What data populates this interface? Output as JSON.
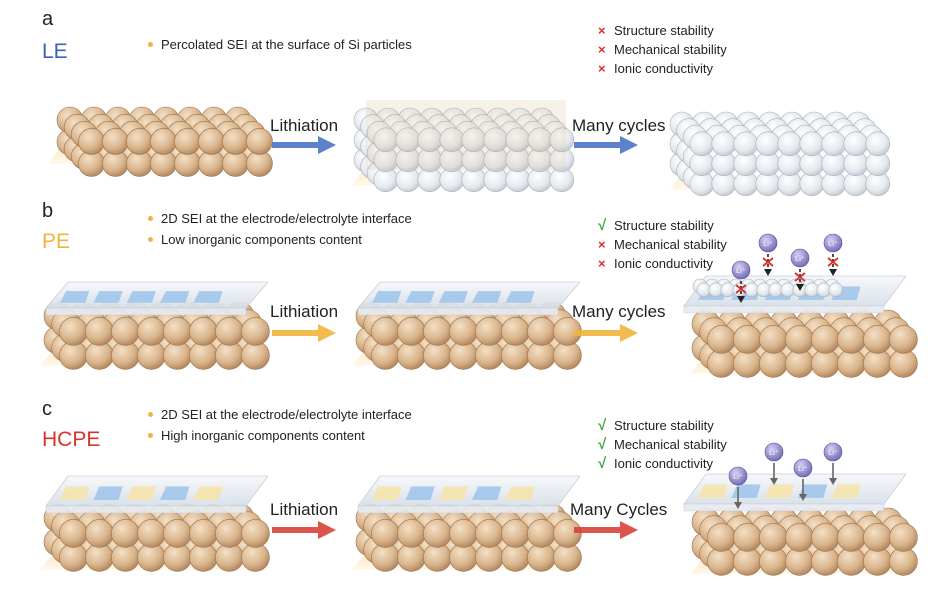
{
  "panels": [
    {
      "letter": "a",
      "system": "LE",
      "system_color": "#3e63b5",
      "arrow_color": "#4a74c7",
      "bullets": [
        "Percolated SEI at the surface of Si particles"
      ],
      "outcomes": [
        {
          "mark": "×",
          "kind": "fail",
          "text": "Structure stability"
        },
        {
          "mark": "×",
          "kind": "fail",
          "text": "Mechanical stability"
        },
        {
          "mark": "×",
          "kind": "fail",
          "text": "Ionic conductivity"
        }
      ],
      "step1": "Lithiation",
      "step2": "Many cycles"
    },
    {
      "letter": "b",
      "system": "PE",
      "system_color": "#f0b43c",
      "arrow_color": "#f0b43c",
      "bullets": [
        "2D SEI at the electrode/electrolyte interface",
        "Low inorganic components content"
      ],
      "outcomes": [
        {
          "mark": "√",
          "kind": "pass",
          "text": "Structure stability"
        },
        {
          "mark": "×",
          "kind": "fail",
          "text": "Mechanical stability"
        },
        {
          "mark": "×",
          "kind": "fail",
          "text": "Ionic conductivity"
        }
      ],
      "step1": "Lithiation",
      "step2": "Many cycles"
    },
    {
      "letter": "c",
      "system": "HCPE",
      "system_color": "#d8342c",
      "arrow_color": "#d8423a",
      "bullets": [
        "2D SEI at the electrode/electrolyte interface",
        "High inorganic components content"
      ],
      "outcomes": [
        {
          "mark": "√",
          "kind": "pass",
          "text": "Structure stability"
        },
        {
          "mark": "√",
          "kind": "pass",
          "text": "Mechanical stability"
        },
        {
          "mark": "√",
          "kind": "pass",
          "text": "Ionic conductivity"
        }
      ],
      "step1": "Lithiation",
      "step2": "Many Cycles"
    }
  ],
  "ion_label": "Li⁺",
  "colors": {
    "particle": "#d9b48b",
    "particle_shade": "#b98d62",
    "sei_layer": "#e8eef5",
    "sei_blue": "#8fb8e4",
    "sei_yellow": "#f6e3a6",
    "ion": "#8b84c8",
    "base_glow": "#f9dca6"
  }
}
